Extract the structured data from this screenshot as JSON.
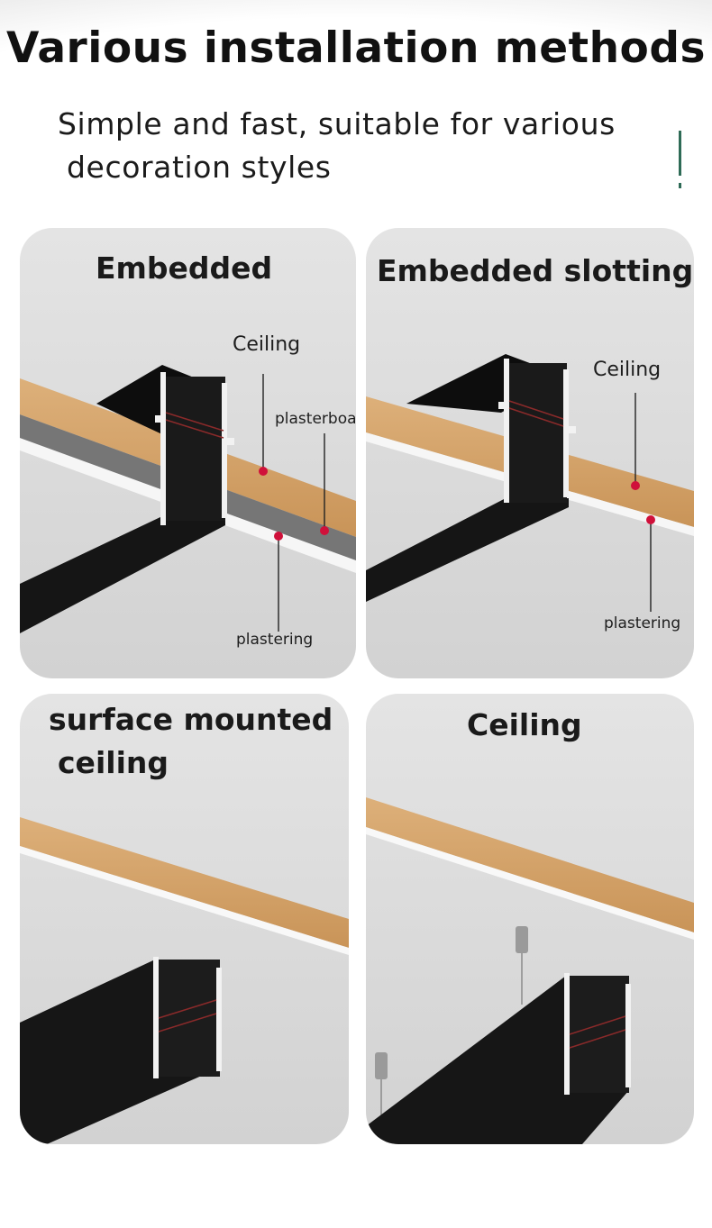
{
  "page": {
    "title": "Various installation methods",
    "subtitle_line1": "Simple and fast, suitable for various",
    "subtitle_line2": "decoration styles"
  },
  "panels": [
    {
      "title": "Embedded",
      "labels": {
        "ceiling": "Ceiling",
        "plasterboard": "plasterboard",
        "plastering": "plastering"
      }
    },
    {
      "title": "Embedded slotting",
      "labels": {
        "ceiling": "Ceiling",
        "plastering": "plastering"
      }
    },
    {
      "title_line1": "surface mounted",
      "title_line2": "ceiling"
    },
    {
      "title": "Ceiling"
    }
  ],
  "colors": {
    "accent": "#2e6b56",
    "wood": "#d4a066",
    "marker": "#d0103a",
    "profile": "#141414"
  }
}
